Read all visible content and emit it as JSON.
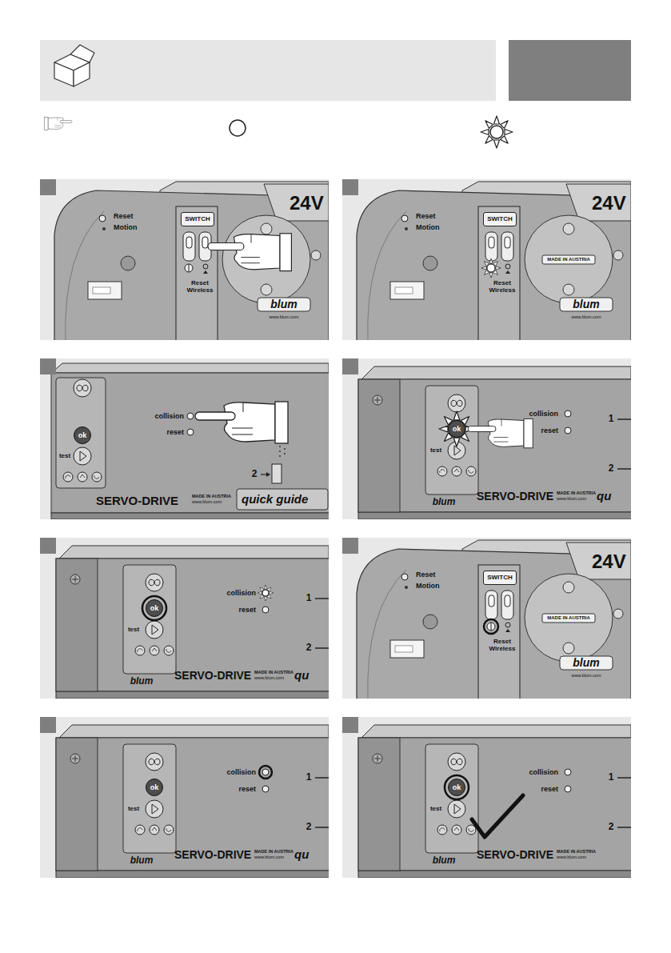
{
  "diagram": {
    "nodes": [
      {
        "text": [
          "SWITCH"
        ]
      },
      {
        "text": [
          "SWITCH"
        ]
      },
      {
        "text": [
          "ok"
        ]
      },
      {
        "text": [
          "ok"
        ]
      },
      {
        "text": [
          "ok"
        ]
      },
      {
        "text": [
          "SWITCH"
        ]
      },
      {
        "text": [
          "ok"
        ]
      },
      {
        "text": [
          "ok"
        ]
      }
    ],
    "labels": [
      "Reset",
      "Motion",
      "Reset Wireless",
      "blum",
      "www.blum.com",
      "24V",
      "Reset",
      "Motion",
      "Reset Wireless",
      "MADE IN AUSTRIA",
      "blum",
      "www.blum.com",
      "24V",
      "test",
      "collision",
      "reset",
      "2",
      "SERVO-DRIVE",
      "MADE IN AUSTRIA",
      "www.blum.com",
      "quick guide",
      "test",
      "collision",
      "reset",
      "1",
      "2",
      "SERVO-DRIVE",
      "MADE IN AUSTRIA",
      "www.blum.com",
      "blum",
      "qu",
      "test",
      "collision",
      "reset",
      "1",
      "2",
      "SERVO-DRIVE",
      "MADE IN AUSTRIA",
      "www.blum.com",
      "blum",
      "qu",
      "Reset",
      "Motion",
      "Reset Wireless",
      "MADE IN AUSTRIA",
      "blum",
      "www.blum.com",
      "24V",
      "test",
      "collision",
      "reset",
      "1",
      "2",
      "SERVO-DRIVE",
      "MADE IN AUSTRIA",
      "www.blum.com",
      "blum",
      "qu",
      "test",
      "collision",
      "reset",
      "1",
      "2",
      "SERVO-DRIVE",
      "MADE IN AUSTRIA",
      "www.blum.com",
      "blum"
    ]
  }
}
